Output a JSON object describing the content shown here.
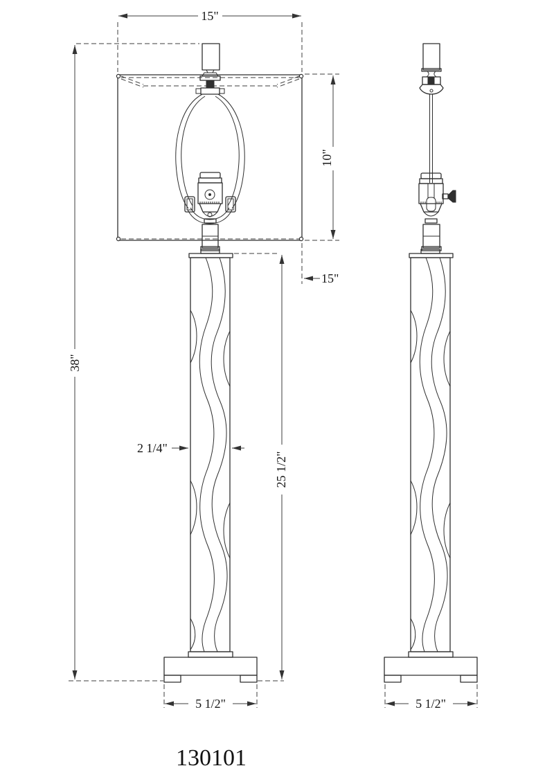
{
  "drawing": {
    "model_number": "130101",
    "front_view": {
      "shade_top_width": "15\"",
      "shade_height": "10\"",
      "shade_bottom_width": "15\"",
      "overall_height": "38\"",
      "column_diameter": "2 1/4\"",
      "body_height": "25 1/2\"",
      "base_width": "5 1/2\""
    },
    "side_view": {
      "base_width": "5 1/2\""
    }
  }
}
